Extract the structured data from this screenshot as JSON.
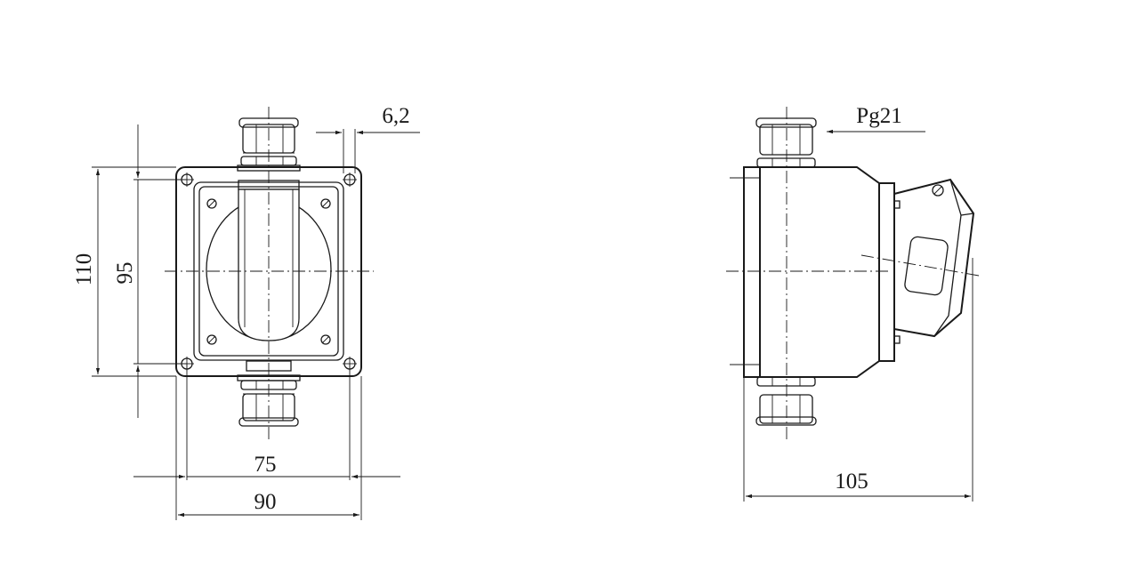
{
  "drawing": {
    "front_view": {
      "dim_height_outer": "110",
      "dim_height_holes": "95",
      "dim_width_holes": "75",
      "dim_width_outer": "90",
      "dim_offset": "6,2"
    },
    "side_view": {
      "gland_label": "Pg21",
      "dim_depth": "105"
    }
  }
}
